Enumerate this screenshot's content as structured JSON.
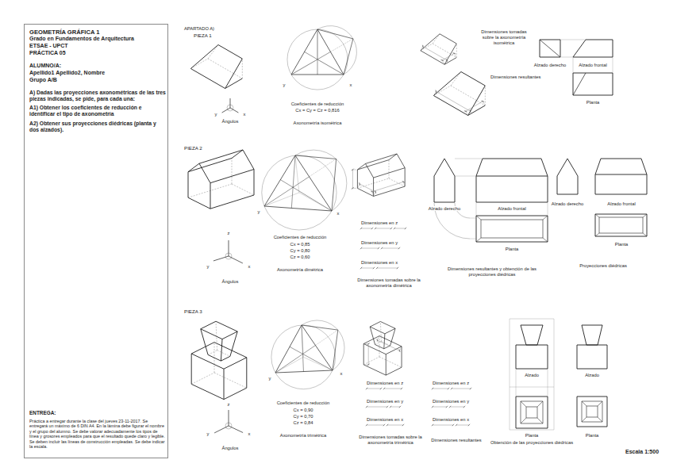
{
  "diagram": {
    "nodes": [
      {
        "text": [
          "GEOMETRÍA GRÁFICA 1",
          "Grado en Fundamentos de Arquitectura",
          "ETSAE - UPCT",
          "PRÁCTICA 05",
          "ALUMNO/A:",
          "Apellido1 Apellido2, Nombre",
          "Grupo A/B",
          "A) Dadas las proyecciones axonométricas de las tres piezas indicadas, se pide, para cada una:",
          "A1) Obtener los coeficientes de reducción e identificar el tipo de axonometría",
          "A2) Obtener sus proyecciones diédricas (planta y dos alzados).",
          "ENTREGA:",
          "Práctica a entregar durante la clase del jueves 23-11-2017. Se entregará un máximo de 6 DIN A4. En la lámina debe figurar el nombre y el grupo del alumno. Se debe valorar adecuadamente los tipos de línea y grosores empleados para que el resultado quede claro y legible. Se deben incluir las líneas de construcción empleadas. Se debe indicar la escala."
        ]
      }
    ],
    "labels": [
      "APARTADO A)",
      "PIEZA 1",
      "y",
      "x",
      "Ángulos",
      "y",
      "x",
      "Coeficientes de reducción",
      "Cx = Cy = Cz = 0,816",
      "Axonometría isométrica",
      "Dimensiones tomadas sobre la axonometría isométrica",
      "Dimensiones resultantes",
      "Alzado derecho",
      "Alzado frontal",
      "Planta",
      "PIEZA 2",
      "z",
      "y",
      "x",
      "Ángulos",
      "y",
      "x",
      "Coeficientes de reducción",
      "Cx = 0,85",
      "Cy = 0,80",
      "Cz = 0,60",
      "Axonometría dimétrica",
      "Dimensiones en z",
      "Dimensiones en y",
      "Dimensiones en x",
      "Dimensiones tomadas sobre la axonometría dimétrica",
      "Alzado derecho",
      "Alzado frontal",
      "Planta",
      "Dimensiones resultantes y obtención de las proyecciones diédricas",
      "Alzado derecho",
      "Alzado frontal",
      "Planta",
      "Proyecciones diédricas",
      "PIEZA 3",
      "z",
      "y",
      "x",
      "Ángulos",
      "y",
      "x",
      "Coeficientes de reducción",
      "Cx = 0,90",
      "Cy = 0,70",
      "Cz = 0,84",
      "Axonometría trimétrica",
      "Dimensiones en z",
      "Dimensiones en y",
      "Dimensiones en x",
      "Dimensiones tomadas sobre la axonometría trimétrica",
      "Dimensiones en z",
      "Dimensiones en y",
      "Dimensiones en x",
      "Dimensiones resultantes",
      "Alzado",
      "Planta",
      "Obtención de las proyecciones diédricas",
      "Alzado",
      "Planta",
      "Escala 1:500"
    ]
  }
}
